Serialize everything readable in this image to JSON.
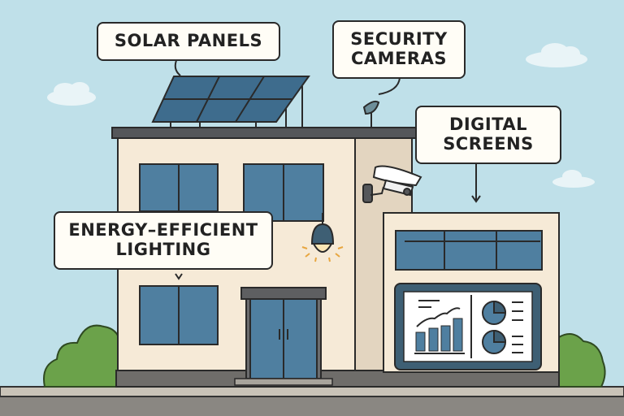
{
  "labels": {
    "solar_panels": "SOLAR PANELS",
    "security_cameras_line1": "SECURITY",
    "security_cameras_line2": "CAMERAS",
    "digital_screens_line1": "DIGITAL",
    "digital_screens_line2": "SCREENS",
    "lighting_line1": "ENERGY–EFFICIENT",
    "lighting_line2": "LIGHTING"
  },
  "colors": {
    "sky": "#bfe0e9",
    "wall_main": "#f6ead7",
    "wall_side": "#e3d5c0",
    "glass": "#4f7fa0",
    "roof": "#55575a",
    "bush": "#6ba24a",
    "ground": "#8a8782",
    "screen_frame": "#3e5f74"
  }
}
